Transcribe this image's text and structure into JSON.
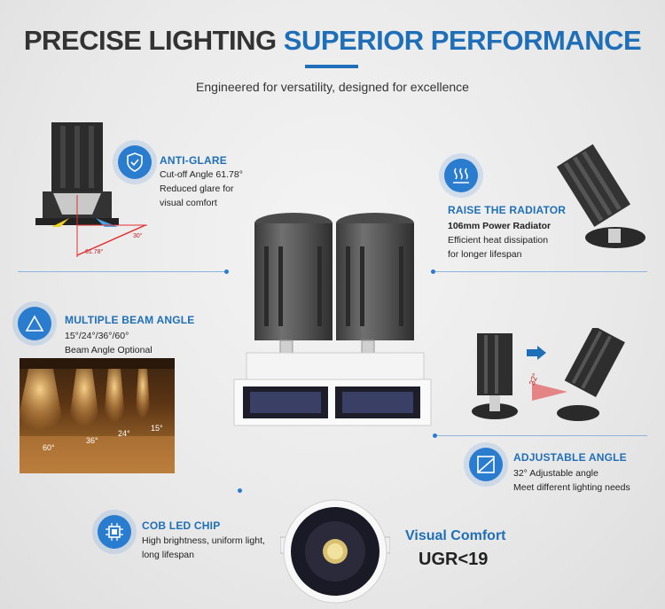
{
  "header": {
    "title_dark": "PRECISE LIGHTING",
    "title_blue": "SUPERIOR PERFORMANCE",
    "subtitle": "Engineered for versatility, designed for excellence"
  },
  "features": {
    "anti_glare": {
      "title": "ANTI-GLARE",
      "lines": [
        "Cut-off Angle 61.78°",
        "Reduced glare for",
        "visual comfort"
      ],
      "diagram_label_1": "61.78°",
      "diagram_label_2": "30°"
    },
    "radiator": {
      "title": "RAISE THE RADIATOR",
      "lines": [
        "106mm Power Radiator",
        "Efficient heat dissipation",
        "for longer lifespan"
      ]
    },
    "beam": {
      "title": "MULTIPLE BEAM ANGLE",
      "lines": [
        "15°/24°/36°/60°",
        "Beam Angle Optional"
      ],
      "angles": [
        "60°",
        "36°",
        "24°",
        "15°"
      ]
    },
    "adjustable": {
      "title": "ADJUSTABLE ANGLE",
      "lines": [
        "32° Adjustable angle",
        "Meet different lighting needs"
      ],
      "diagram_label": "32°"
    },
    "cob": {
      "title": "COB LED CHIP",
      "lines": [
        "High brightness, uniform light,",
        "long lifespan"
      ]
    }
  },
  "visual_comfort": {
    "title": "Visual Comfort",
    "value": "UGR<19"
  },
  "icons": [
    "shield-icon",
    "heat-icon",
    "triangle-icon",
    "angle-icon",
    "chip-icon"
  ],
  "colors": {
    "accent": "#1f6fb8",
    "icon_bg": "#2a7ccf"
  }
}
